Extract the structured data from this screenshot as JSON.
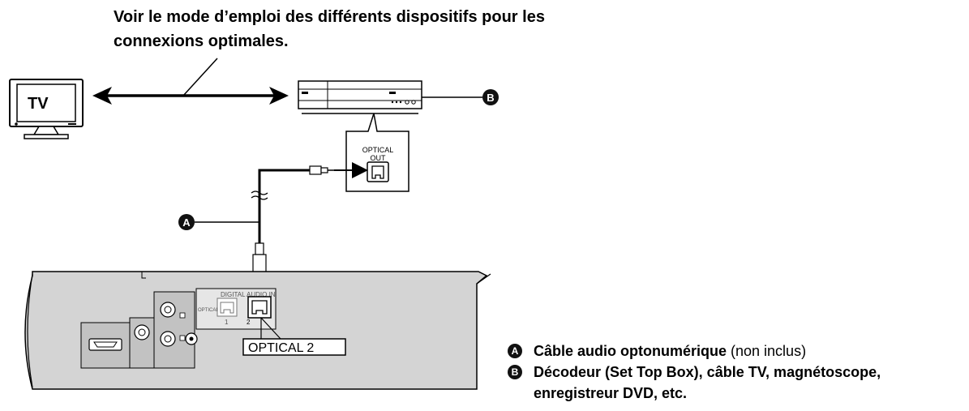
{
  "heading": {
    "line1": "Voir le mode d’emploi des différents dispositifs pour les",
    "line2": "connexions optimales."
  },
  "labels": {
    "tv": "TV",
    "optical_out_line1": "OPTICAL",
    "optical_out_line2": "OUT",
    "digital_audio_in": "DIGITAL AUDIO IN",
    "optical": "OPTICAL",
    "port_1": "1",
    "port_2": "2",
    "optical_2": "OPTICAL 2"
  },
  "markers": {
    "a": "A",
    "b": "B"
  },
  "legend": {
    "a_bold": "Câble audio optonumérique",
    "a_rest": " (non inclus)",
    "b_line1": "Décodeur (Set Top Box), câble TV, magnétoscope,",
    "b_line2": "enregistreur DVD, etc."
  }
}
